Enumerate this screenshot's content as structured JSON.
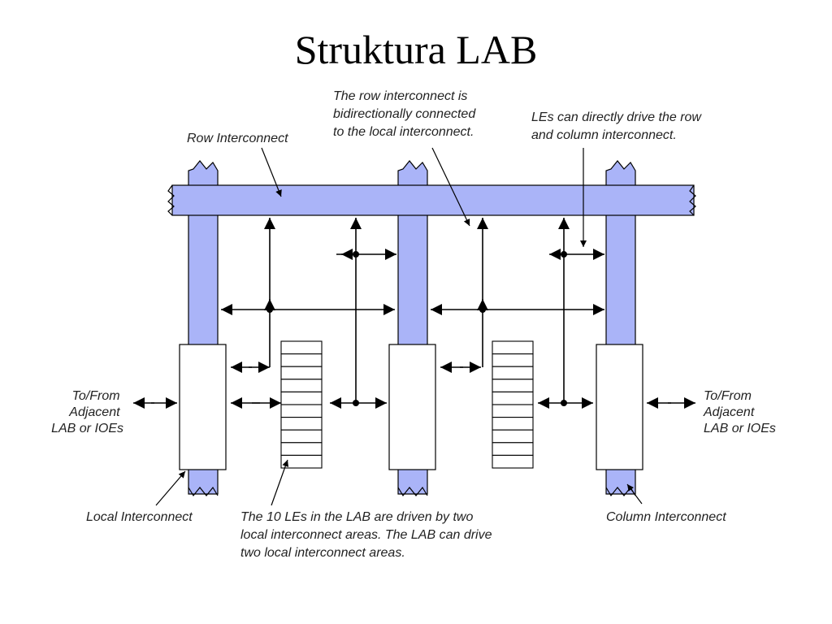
{
  "title": "Struktura LAB",
  "colors": {
    "interconnect_fill": "#aab4f8",
    "stroke": "#000000",
    "background": "#ffffff"
  },
  "labels": {
    "row_interconnect": "Row Interconnect",
    "row_bidir_note": [
      "The row interconnect is",
      "bidirectionally connected",
      "to the local interconnect."
    ],
    "les_drive_note": [
      "LEs can directly drive the row",
      "and column interconnect."
    ],
    "left_adjacent": [
      "To/From",
      "Adjacent",
      "LAB or IOEs"
    ],
    "right_adjacent": [
      "To/From",
      "Adjacent",
      "LAB or IOEs"
    ],
    "local_interconnect": "Local Interconnect",
    "les_note": [
      "The 10 LEs in the LAB are driven by two",
      "local interconnect areas. The LAB can drive",
      "two local interconnect areas."
    ],
    "column_interconnect": "Column Interconnect"
  },
  "le_count": 10
}
